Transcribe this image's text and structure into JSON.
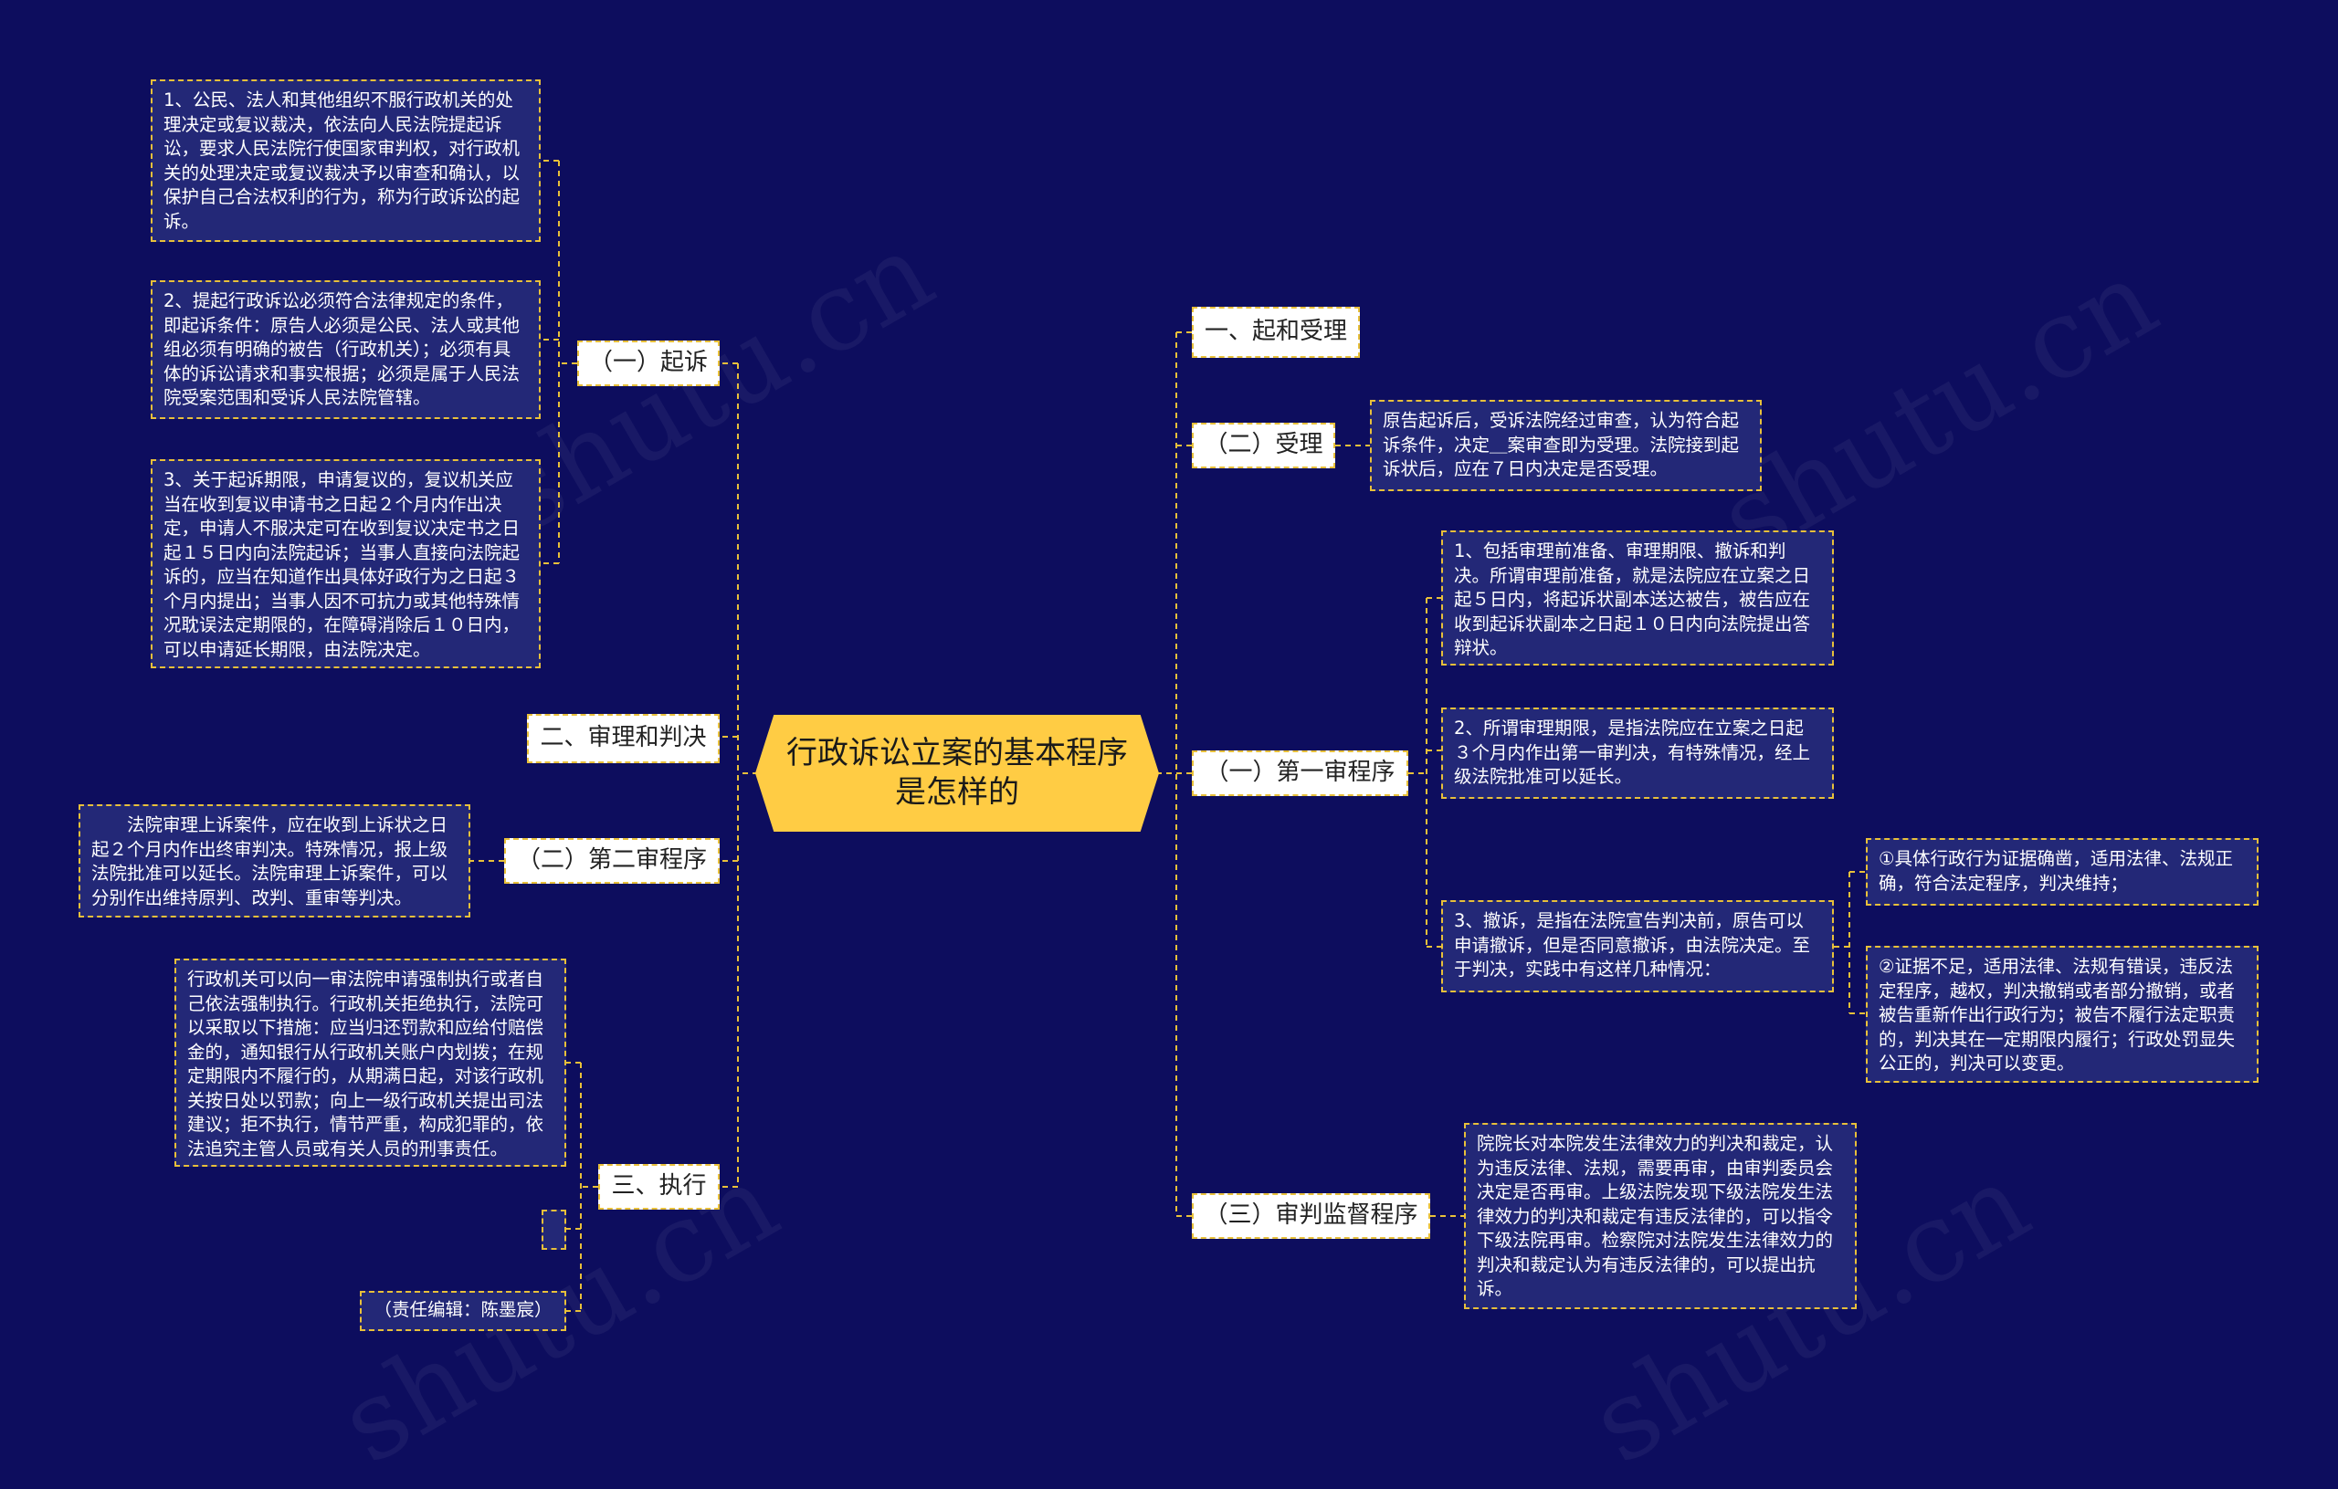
{
  "center": {
    "title": "行政诉讼立案的基本程序是怎样的"
  },
  "colors": {
    "background": "#0d0d5e",
    "accent": "#ffcc44",
    "line": "#e8c03a",
    "leaf_fill": "#232877"
  },
  "left": {
    "suit": {
      "label": "（一）起诉",
      "items": [
        "1、公民、法人和其他组织不服行政机关的处理决定或复议裁决，依法向人民法院提起诉讼，要求人民法院行使国家审判权，对行政机关的处理决定或复议裁决予以审查和确认，以保护自己合法权利的行为，称为行政诉讼的起诉。",
        "2、提起行政诉讼必须符合法律规定的条件，即起诉条件：原告人必须是公民、法人或其他组必须有明确的被告（行政机关）；必须有具体的诉讼请求和事实根据；必须是属于人民法院受案范围和受诉人民法院管辖。",
        "3、关于起诉期限，申请复议的，复议机关应当在收到复议申请书之日起２个月内作出决定，申请人不服决定可在收到复议决定书之日起１５日内向法院起诉；当事人直接向法院起诉的，应当在知道作出具体好政行为之日起３个月内提出；当事人因不可抗力或其他特殊情况耽误法定期限的，在障碍消除后１０日内，可以申请延长期限，由法院决定。"
      ]
    },
    "trial": {
      "label": "二、审理和判决"
    },
    "second": {
      "label": "（二）第二审程序",
      "text": "　　法院审理上诉案件，应在收到上诉状之日起２个月内作出终审判决。特殊情况，报上级法院批准可以延长。法院审理上诉案件，可以分别作出维持原判、改判、重审等判决。"
    },
    "execution": {
      "label": "三、执行",
      "text": "行政机关可以向一审法院申请强制执行或者自己依法强制执行。行政机关拒绝执行，法院可以采取以下措施：应当归还罚款和应给付赔偿金的，通知银行从行政机关账户内划拨；在规定期限内不履行的，从期满日起，对该行政机关按日处以罚款；向上一级行政机关提出司法建议；拒不执行，情节严重，构成犯罪的，依法追究主管人员或有关人员的刑事责任。",
      "editor": "（责任编辑：陈墨宸）"
    }
  },
  "right": {
    "filing": {
      "label": "一、起和受理"
    },
    "acceptance": {
      "label": "（二）受理",
      "text": "原告起诉后，受诉法院经过审查，认为符合起诉条件，决定＿案审查即为受理。法院接到起诉状后，应在７日内决定是否受理。"
    },
    "first": {
      "label": "（一）第一审程序",
      "items": [
        "1、包括审理前准备、审理期限、撤诉和判决。所谓审理前准备，就是法院应在立案之日起５日内，将起诉状副本送达被告，被告应在收到起诉状副本之日起１０日内向法院提出答辩状。",
        "2、所谓审理期限，是指法院应在立案之日起３个月内作出第一审判决，有特殊情况，经上级法院批准可以延长。",
        "3、撤诉，是指在法院宣告判决前，原告可以申请撤诉，但是否同意撤诉，由法院决定。至于判决，实践中有这样几种情况："
      ],
      "sub": [
        "①具体行政行为证据确凿，适用法律、法规正确，符合法定程序，判决维持；",
        "②证据不足，适用法律、法规有错误，违反法定程序，越权，判决撤销或者部分撤销，或者被告重新作出行政行为；被告不履行法定职责的，判决其在一定期限内履行；行政处罚显失公正的，判决可以变更。"
      ]
    },
    "supervision": {
      "label": "（三）审判监督程序",
      "text": "院院长对本院发生法律效力的判决和裁定，认为违反法律、法规，需要再审，由审判委员会决定是否再审。上级法院发现下级法院发生法律效力的判决和裁定有违反法律的，可以指令下级法院再审。检察院对法院发生法律效力的判决和裁定认为有违反法律的，可以提出抗诉。"
    }
  }
}
